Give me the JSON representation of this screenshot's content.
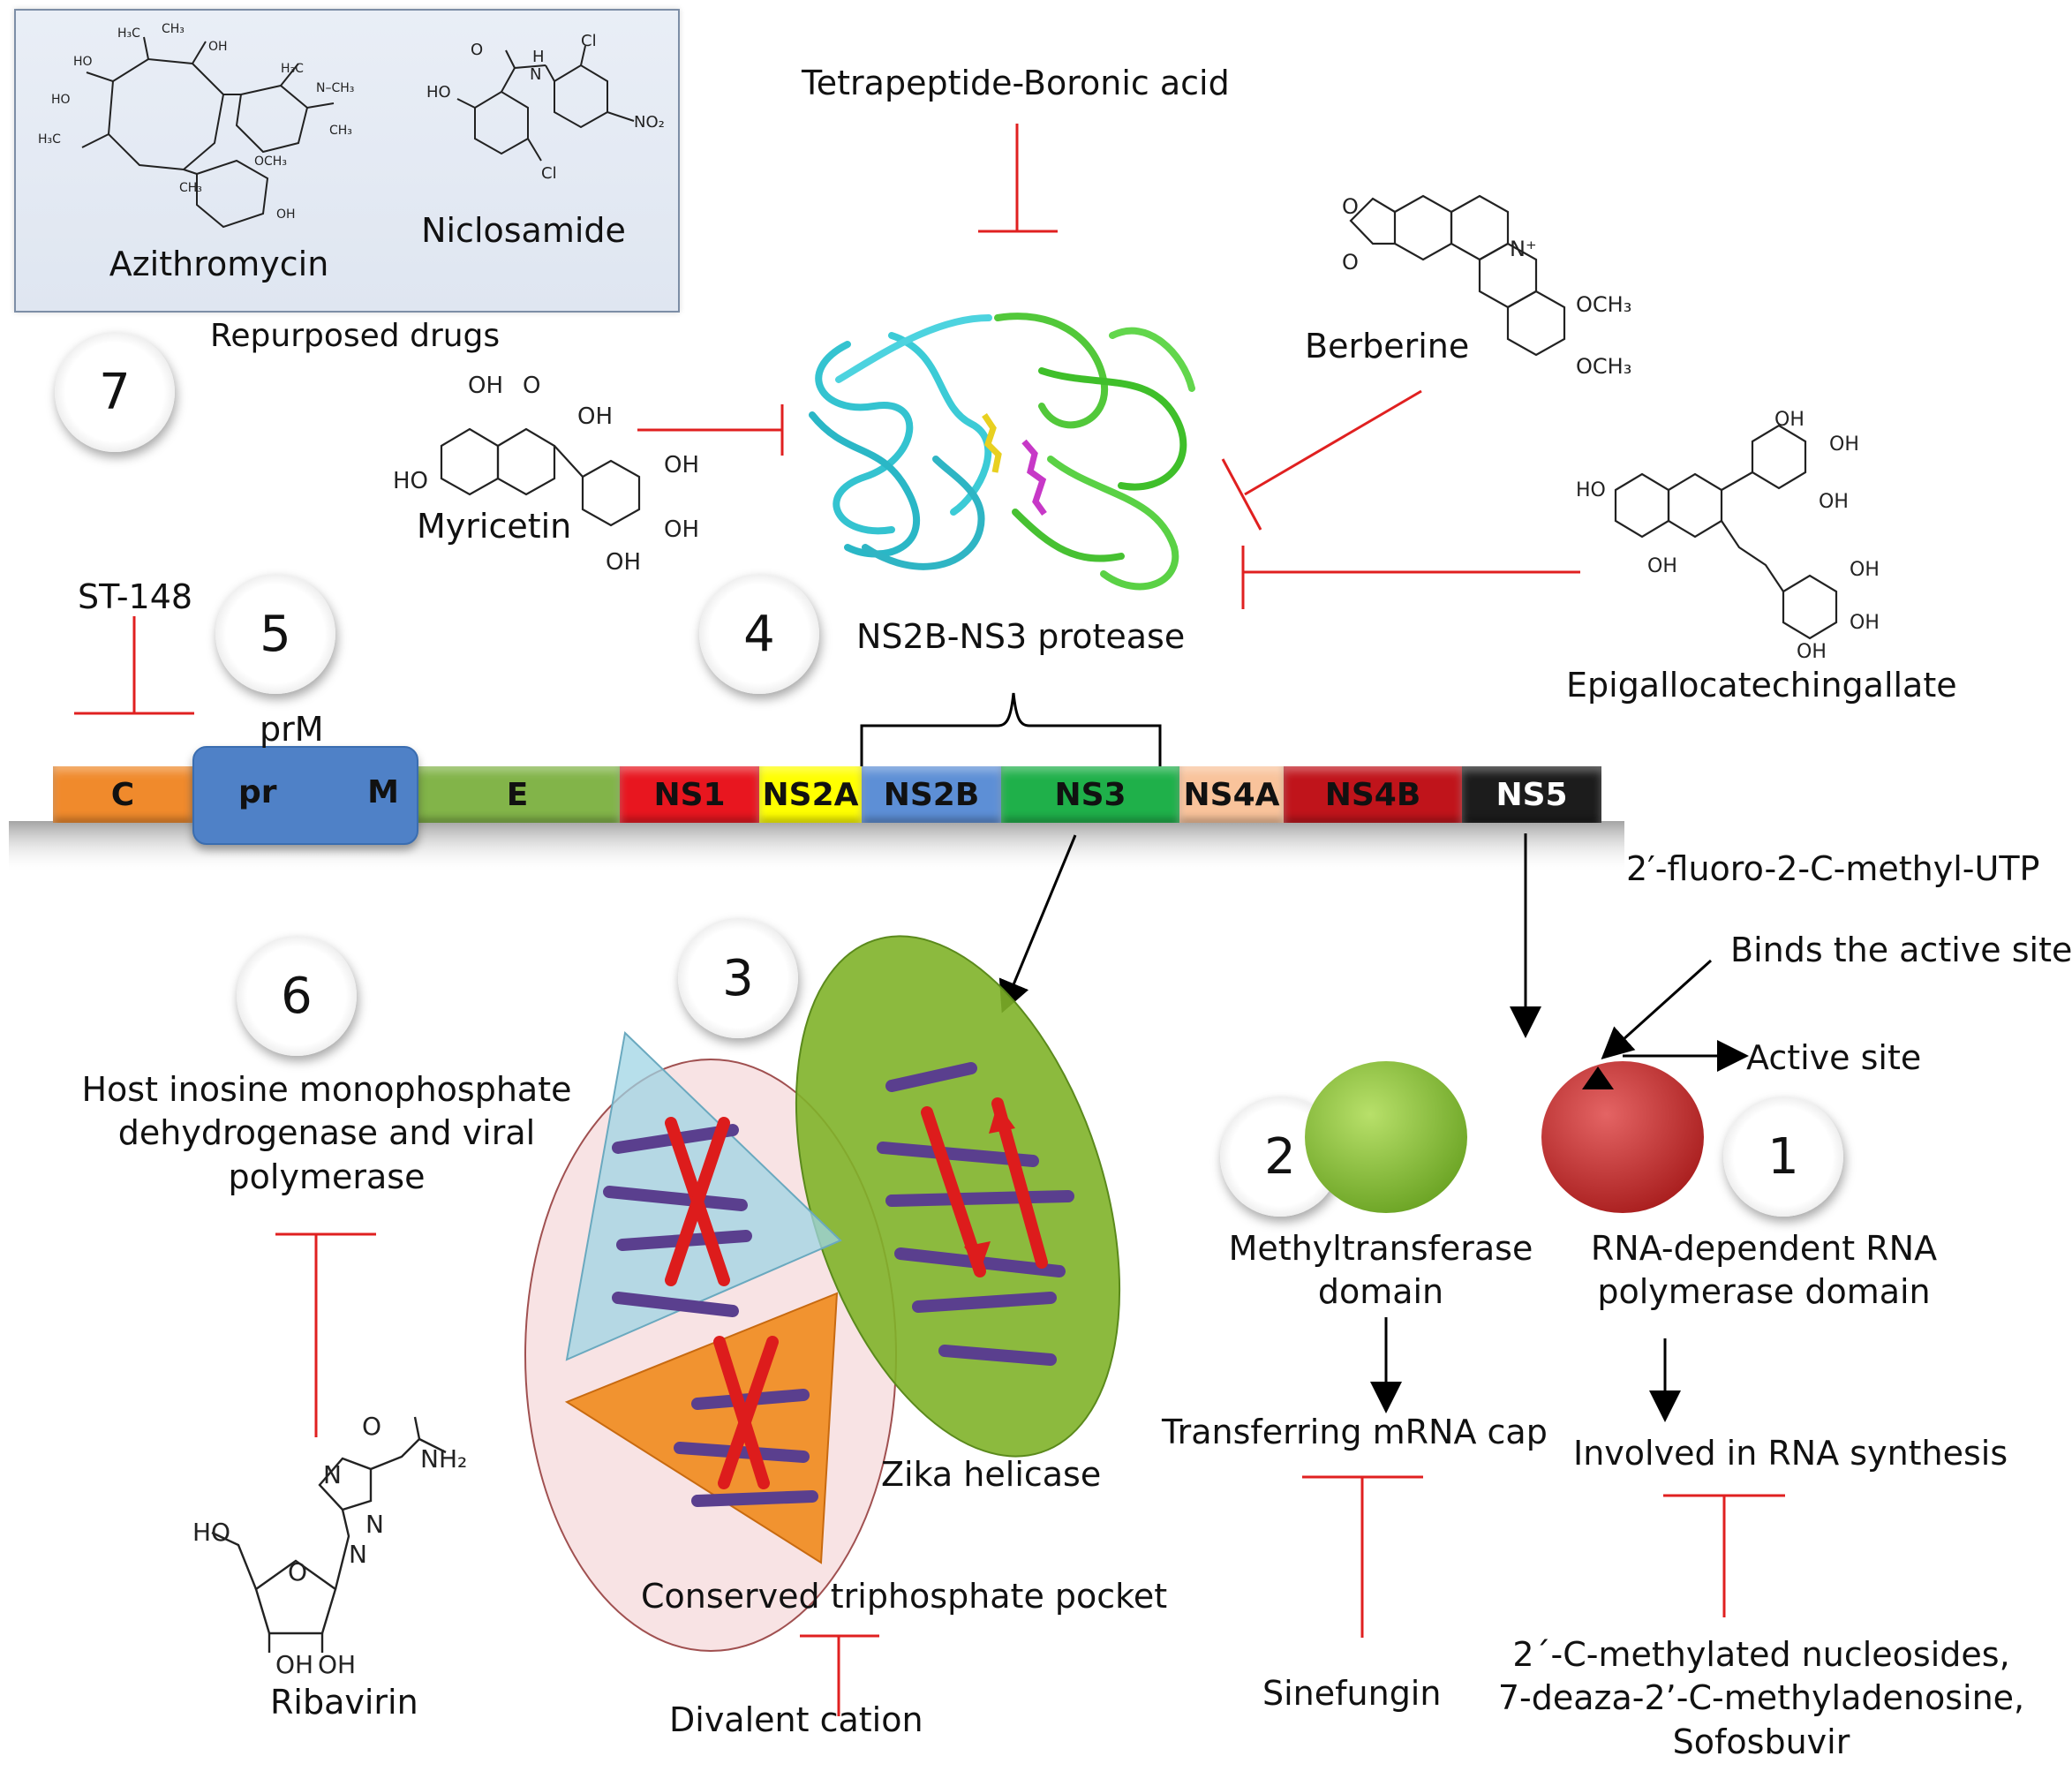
{
  "repurposed": {
    "drug1": "Azithromycin",
    "drug2": "Niclosamide",
    "caption": "Repurposed drugs"
  },
  "protease_inhibitors": {
    "tetrapeptide": "Tetrapeptide-Boronic acid",
    "berberine": "Berberine",
    "myricetin": "Myricetin",
    "egcg": "Epigallocatechingallate",
    "protease": "NS2B-NS3 protease"
  },
  "st148": "ST-148",
  "prm_label": "prM",
  "numbers": [
    "1",
    "2",
    "3",
    "4",
    "5",
    "6",
    "7"
  ],
  "genome": {
    "segments": [
      "C",
      "pr",
      "M",
      "E",
      "NS1",
      "NS2A",
      "NS2B",
      "NS3",
      "NS4A",
      "NS4B",
      "NS5"
    ],
    "colors": [
      "#f08a2c",
      "#4f81c7",
      "#4f81c7",
      "#82b449",
      "#e8161f",
      "#ffff00",
      "#5d8fd6",
      "#1fb04a",
      "#f9c39b",
      "#c0141b",
      "#1c1c1c"
    ]
  },
  "ns5": {
    "utp": "2′-fluoro-2-C-methyl-UTP",
    "binds": "Binds the active site",
    "active_site": "Active site",
    "mt_domain_1": "Methyltransferase",
    "mt_domain_2": "domain",
    "rdrp_1": "RNA-dependent RNA",
    "rdrp_2": "polymerase domain",
    "mt_function": "Transferring mRNA cap",
    "rdrp_function": "Involved in RNA synthesis",
    "mt_inhibitor": "Sinefungin",
    "rdrp_inhib_1": "2´-C-methylated nucleosides,",
    "rdrp_inhib_2": "7-deaza-2’-C-methyladenosine,",
    "rdrp_inhib_3": "Sofosbuvir",
    "colors": {
      "mt": "#8dc63f",
      "rdrp": "#cc2a2a"
    }
  },
  "host": {
    "line1": "Host inosine monophosphate",
    "line2": "dehydrogenase and viral",
    "line3": "polymerase",
    "drug": "Ribavirin"
  },
  "helicase": {
    "zika": "Zika helicase",
    "pocket": "Conserved triphosphate pocket",
    "cation": "Divalent cation"
  },
  "accent": {
    "inhibit": "#e02020"
  }
}
